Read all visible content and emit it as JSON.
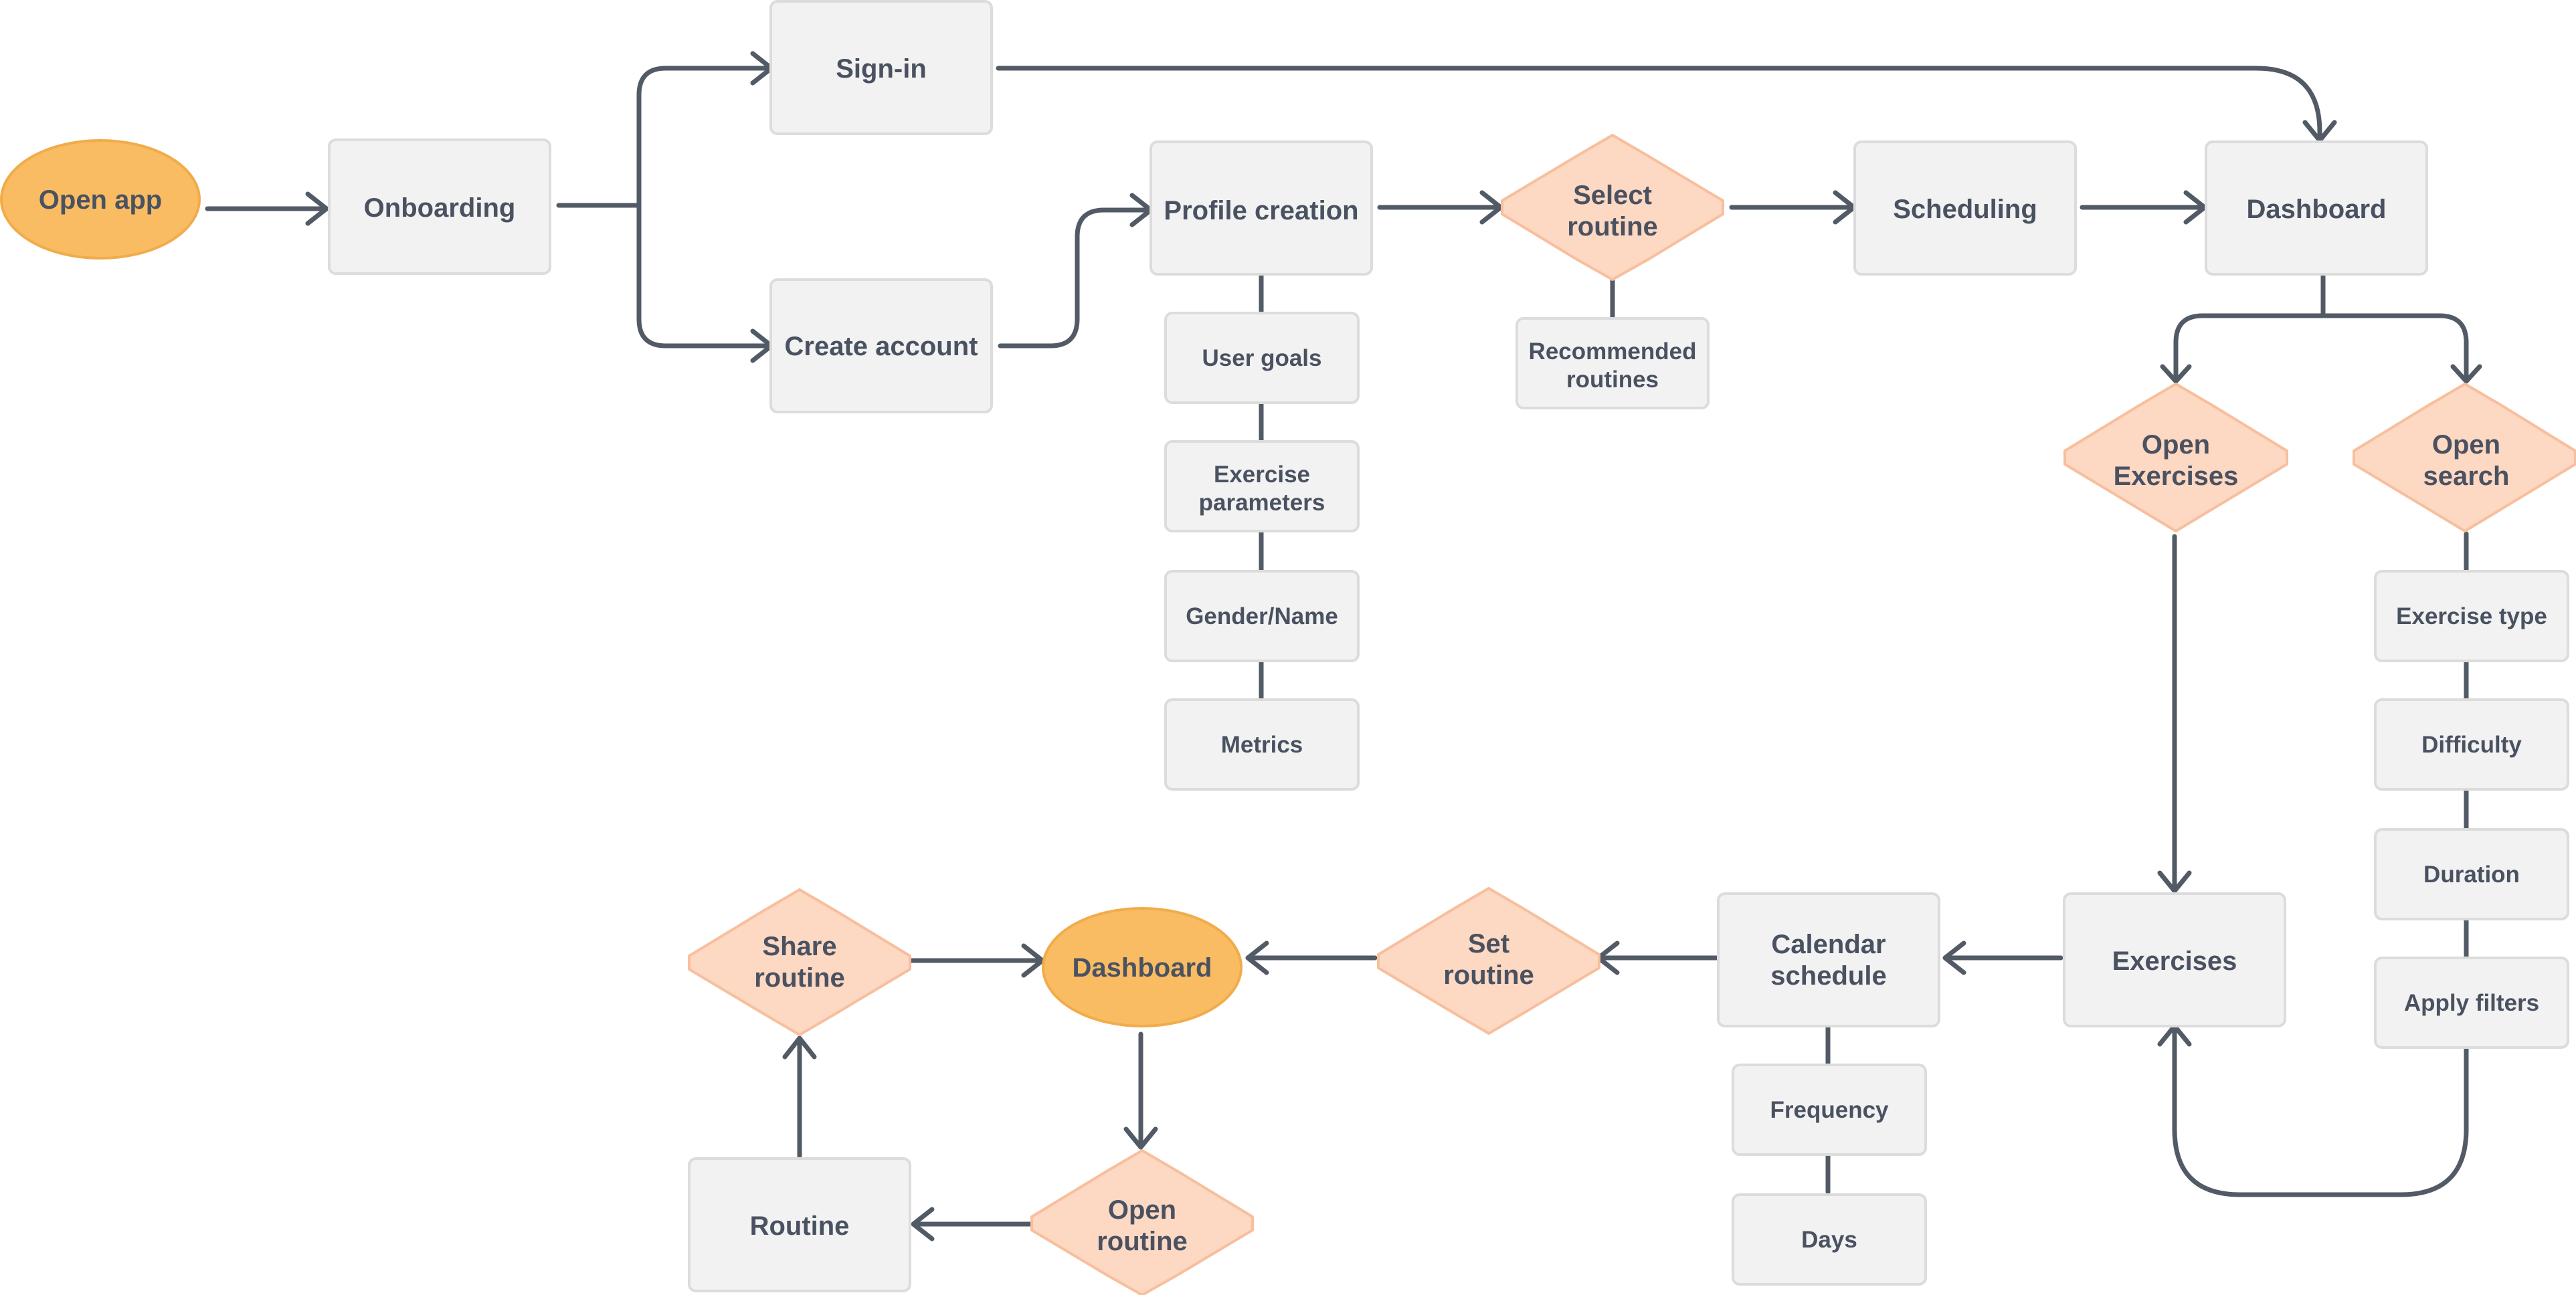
{
  "diagram": {
    "nodes": {
      "open_app": "Open app",
      "onboarding": "Onboarding",
      "sign_in": "Sign-in",
      "create_account": "Create account",
      "profile_creation": "Profile creation",
      "user_goals": "User goals",
      "exercise_parameters": [
        "Exercise",
        "parameters"
      ],
      "gender_name": "Gender/Name",
      "metrics": "Metrics",
      "select_routine": [
        "Select",
        "routine"
      ],
      "recommended_routines": [
        "Recommended",
        "routines"
      ],
      "scheduling": "Scheduling",
      "dashboard_top": "Dashboard",
      "open_exercises": [
        "Open",
        "Exercises"
      ],
      "open_search": [
        "Open",
        "search"
      ],
      "exercise_type": "Exercise type",
      "difficulty": "Difficulty",
      "duration": "Duration",
      "apply_filters": "Apply filters",
      "exercises": "Exercises",
      "calendar_schedule": [
        "Calendar",
        "schedule"
      ],
      "frequency": "Frequency",
      "days": "Days",
      "set_routine": [
        "Set",
        "routine"
      ],
      "dashboard_bottom": "Dashboard",
      "share_routine": [
        "Share",
        "routine"
      ],
      "routine": "Routine",
      "open_routine": [
        "Open",
        "routine"
      ]
    },
    "colors": {
      "process_fill": "#f2f2f2",
      "decision_fill": "#fdd8c3",
      "terminal_fill": "#f9bc63",
      "connector": "#525a66",
      "text": "#4a5261"
    }
  }
}
